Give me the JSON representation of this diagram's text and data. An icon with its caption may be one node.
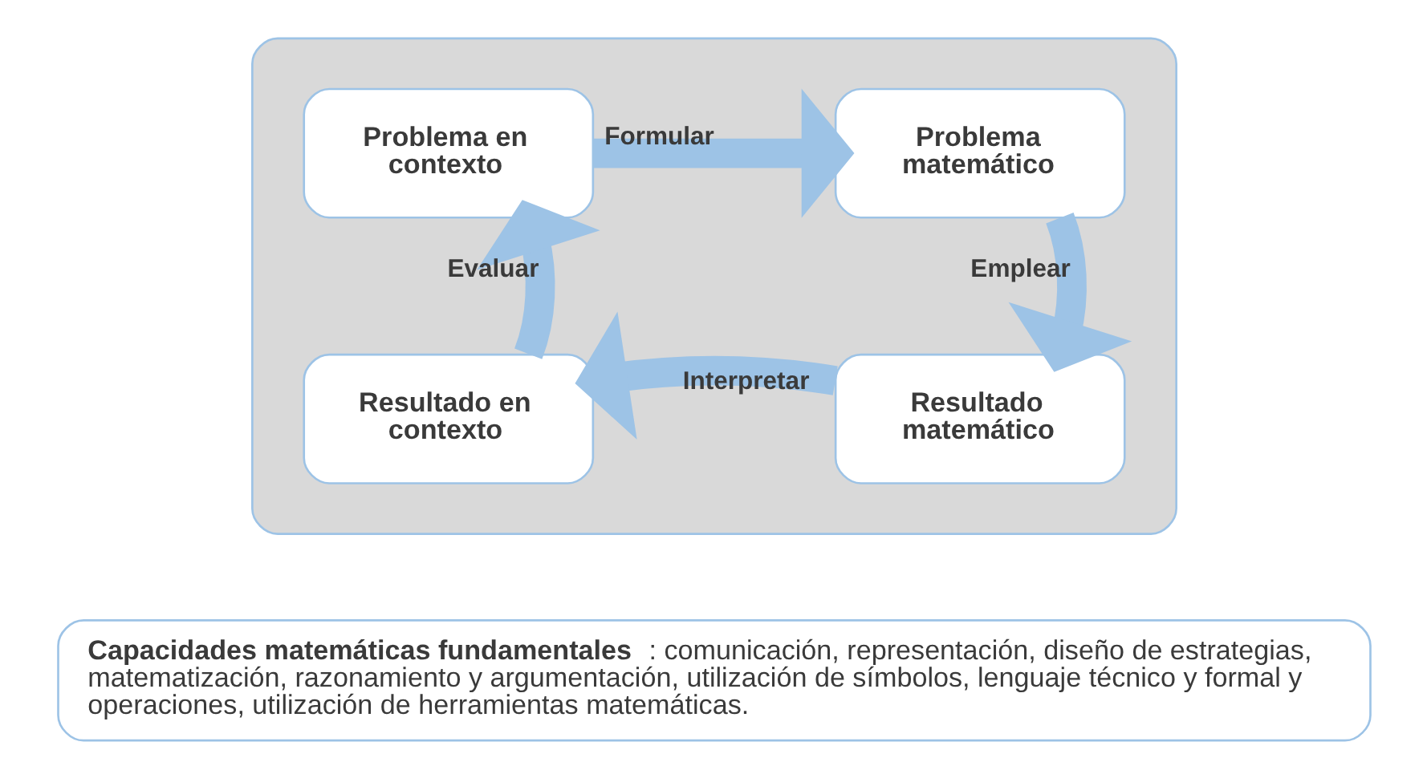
{
  "diagram": {
    "nodes": [
      {
        "text": [],
        "shape": "box"
      },
      {
        "text": [
          "Problema en contexto"
        ],
        "in": 0
      },
      {
        "text": [
          "Problema matemático"
        ],
        "in": 0
      },
      {
        "text": [
          "Resultado matemático"
        ],
        "in": 0
      },
      {
        "text": [
          "Resultado en contexto"
        ],
        "in": 0
      },
      {
        "text": [
          "**Capacidades matemáticas fundamentales**: comunicación, representación, diseño de estrategias, matematización, razonamiento y argumentación, utilización de símbolos, lenguaje técnico y formal y operaciones, utilización de herramientas matemáticas."
        ]
      }
    ],
    "edges": [
      {
        "from": 1,
        "to": 2,
        "arrow": "to",
        "label": "Formular"
      },
      {
        "from": 2,
        "to": 3,
        "arrow": "to",
        "label": "Emplear"
      },
      {
        "from": 3,
        "to": 4,
        "arrow": "to",
        "label": "Interpretar"
      },
      {
        "from": 4,
        "to": 1,
        "arrow": "to",
        "label": "Evaluar"
      }
    ]
  }
}
